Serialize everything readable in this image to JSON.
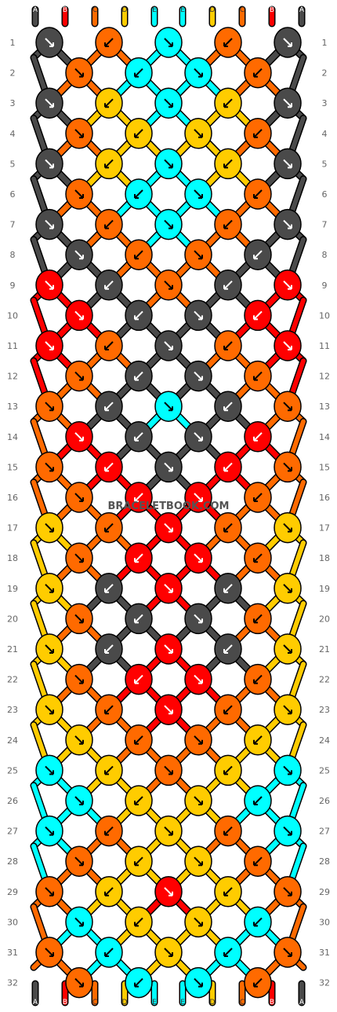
{
  "watermark": "BRACELETBOOK.COM",
  "colors": {
    "A": "#4a4a4a",
    "B": "#ff0000",
    "C": "#ff6a00",
    "D": "#ffcc00",
    "E": "#00ffff"
  },
  "top_labels": [
    "A",
    "B",
    "C",
    "D",
    "E",
    "E",
    "D",
    "C",
    "B",
    "A"
  ],
  "bottom_labels": [
    "A",
    "B",
    "C",
    "D",
    "E",
    "E",
    "D",
    "C",
    "B",
    "A"
  ],
  "row_numbers": [
    "1",
    "2",
    "3",
    "4",
    "5",
    "6",
    "7",
    "8",
    "9",
    "10",
    "11",
    "12",
    "13",
    "14",
    "15",
    "16",
    "17",
    "18",
    "19",
    "20",
    "21",
    "22",
    "23",
    "24",
    "25",
    "26",
    "27",
    "28",
    "29",
    "30",
    "31",
    "32"
  ],
  "knots": [
    [
      "A",
      "C",
      "E",
      "C",
      "A"
    ],
    [
      "C",
      "E",
      "E",
      "C"
    ],
    [
      "A",
      "D",
      "E",
      "D",
      "A"
    ],
    [
      "C",
      "D",
      "D",
      "C"
    ],
    [
      "A",
      "D",
      "E",
      "D",
      "A"
    ],
    [
      "C",
      "E",
      "E",
      "C"
    ],
    [
      "A",
      "C",
      "E",
      "C",
      "A"
    ],
    [
      "A",
      "C",
      "C",
      "A"
    ],
    [
      "B",
      "A",
      "C",
      "A",
      "B"
    ],
    [
      "B",
      "A",
      "A",
      "B"
    ],
    [
      "B",
      "C",
      "A",
      "C",
      "B"
    ],
    [
      "C",
      "A",
      "A",
      "C"
    ],
    [
      "C",
      "A",
      "E",
      "A",
      "C"
    ],
    [
      "B",
      "A",
      "A",
      "B"
    ],
    [
      "C",
      "B",
      "A",
      "B",
      "C"
    ],
    [
      "C",
      "B",
      "B",
      "C"
    ],
    [
      "D",
      "C",
      "B",
      "C",
      "D"
    ],
    [
      "C",
      "B",
      "B",
      "C"
    ],
    [
      "D",
      "A",
      "B",
      "A",
      "D"
    ],
    [
      "C",
      "A",
      "A",
      "C"
    ],
    [
      "D",
      "A",
      "B",
      "A",
      "D"
    ],
    [
      "C",
      "B",
      "B",
      "C"
    ],
    [
      "D",
      "C",
      "B",
      "C",
      "D"
    ],
    [
      "D",
      "C",
      "C",
      "D"
    ],
    [
      "E",
      "D",
      "C",
      "D",
      "E"
    ],
    [
      "E",
      "D",
      "D",
      "E"
    ],
    [
      "E",
      "C",
      "D",
      "C",
      "E"
    ],
    [
      "C",
      "D",
      "D",
      "C"
    ],
    [
      "C",
      "D",
      "B",
      "D",
      "C"
    ],
    [
      "E",
      "D",
      "D",
      "E"
    ],
    [
      "C",
      "E",
      "D",
      "E",
      "C"
    ],
    [
      "C",
      "E",
      "E",
      "C"
    ]
  ]
}
